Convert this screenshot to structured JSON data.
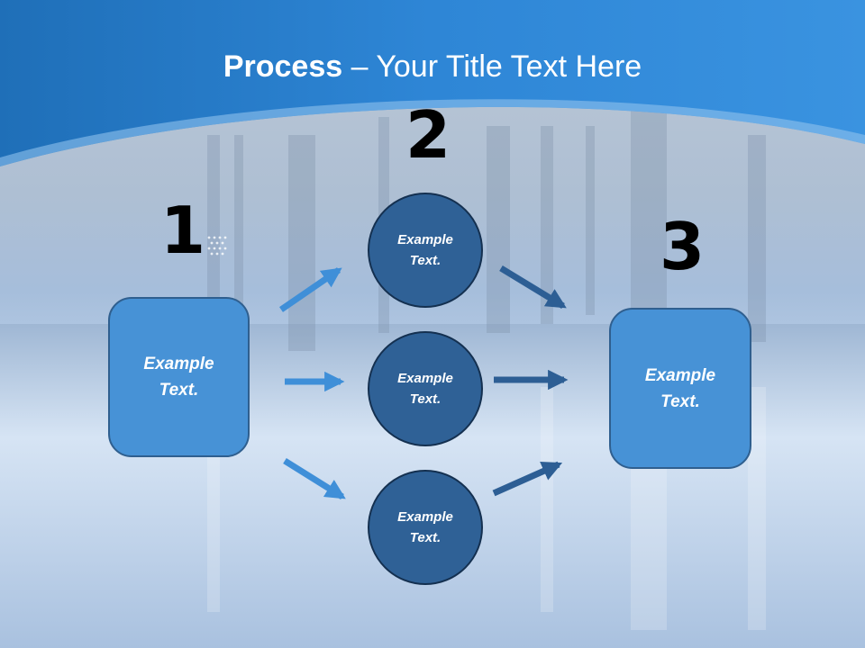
{
  "title": {
    "bold": "Process",
    "rest": " – Your Title Text Here"
  },
  "steps": {
    "one": "1",
    "two": "2",
    "three": "3"
  },
  "left_box": {
    "line1": "Example",
    "line2": "Text."
  },
  "right_box": {
    "line1": "Example",
    "line2": "Text."
  },
  "circles": [
    {
      "line1": "Example",
      "line2": "Text."
    },
    {
      "line1": "Example",
      "line2": "Text."
    },
    {
      "line1": "Example",
      "line2": "Text."
    }
  ],
  "colors": {
    "header": "#2e86d6",
    "box_fill": "#4792d6",
    "circle_fill": "#2f6196",
    "arrow_light": "#3f8fd8",
    "arrow_dark": "#2d5e94"
  }
}
